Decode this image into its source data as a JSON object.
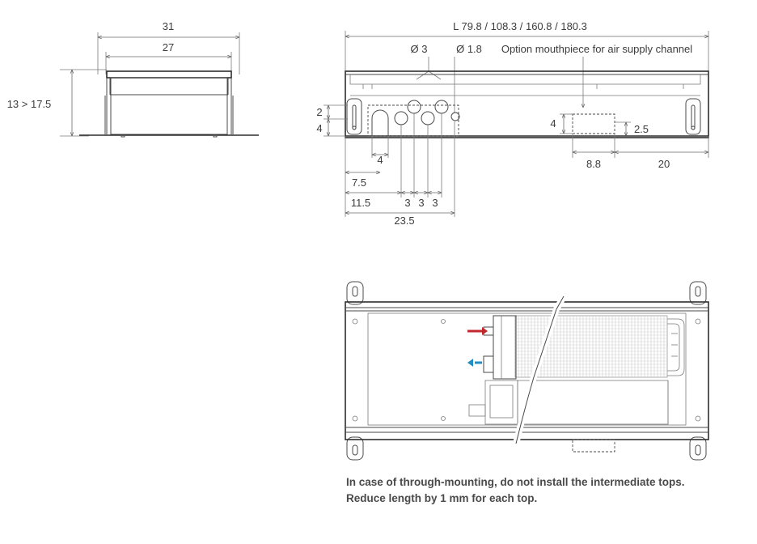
{
  "side_view": {
    "dim_outer_width": "31",
    "dim_inner_width": "27",
    "dim_height": "13 > 17.5"
  },
  "front_view": {
    "length_label": "L 79.8 / 108.3 / 160.8 / 180.3",
    "hole_label_large": "Ø 3",
    "hole_label_small": "Ø 1.8",
    "mouthpiece_label": "Option mouthpiece for air supply channel",
    "dim_2": "2",
    "dim_4_left": "4",
    "dim_4_slot": "4",
    "dim_7_5": "7.5",
    "dim_11_5": "11.5",
    "dim_3_a": "3",
    "dim_3_b": "3",
    "dim_3_c": "3",
    "dim_23_5": "23.5",
    "dim_4_mouth": "4",
    "dim_2_5": "2.5",
    "dim_8_8": "8.8",
    "dim_20": "20"
  },
  "top_view": {
    "supply_arrow_color": "#c0282d",
    "return_arrow_color": "#1f8fc4"
  },
  "note": {
    "line1": "In case of through-mounting, do not install the intermediate tops.",
    "line2": "Reduce length by 1 mm for each top."
  }
}
